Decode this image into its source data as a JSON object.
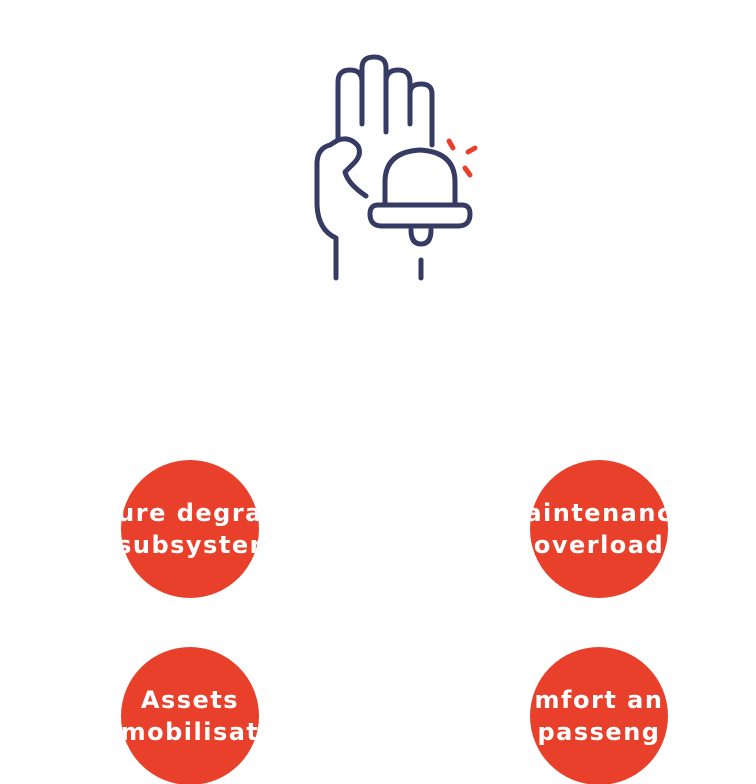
{
  "colors": {
    "accent": "#e8402b",
    "icon_stroke": "#353b63",
    "background": "#ffffff"
  },
  "hero": {
    "icon": "hand-ringing-bell-icon"
  },
  "badges": [
    {
      "line1": "ure degra",
      "line2": "subsyster"
    },
    {
      "line1": "aintenanc",
      "line2": "overload"
    },
    {
      "line1": "Assets",
      "line2": "mobilisat"
    },
    {
      "line1": "mfort an",
      "line2": "passeng"
    }
  ]
}
